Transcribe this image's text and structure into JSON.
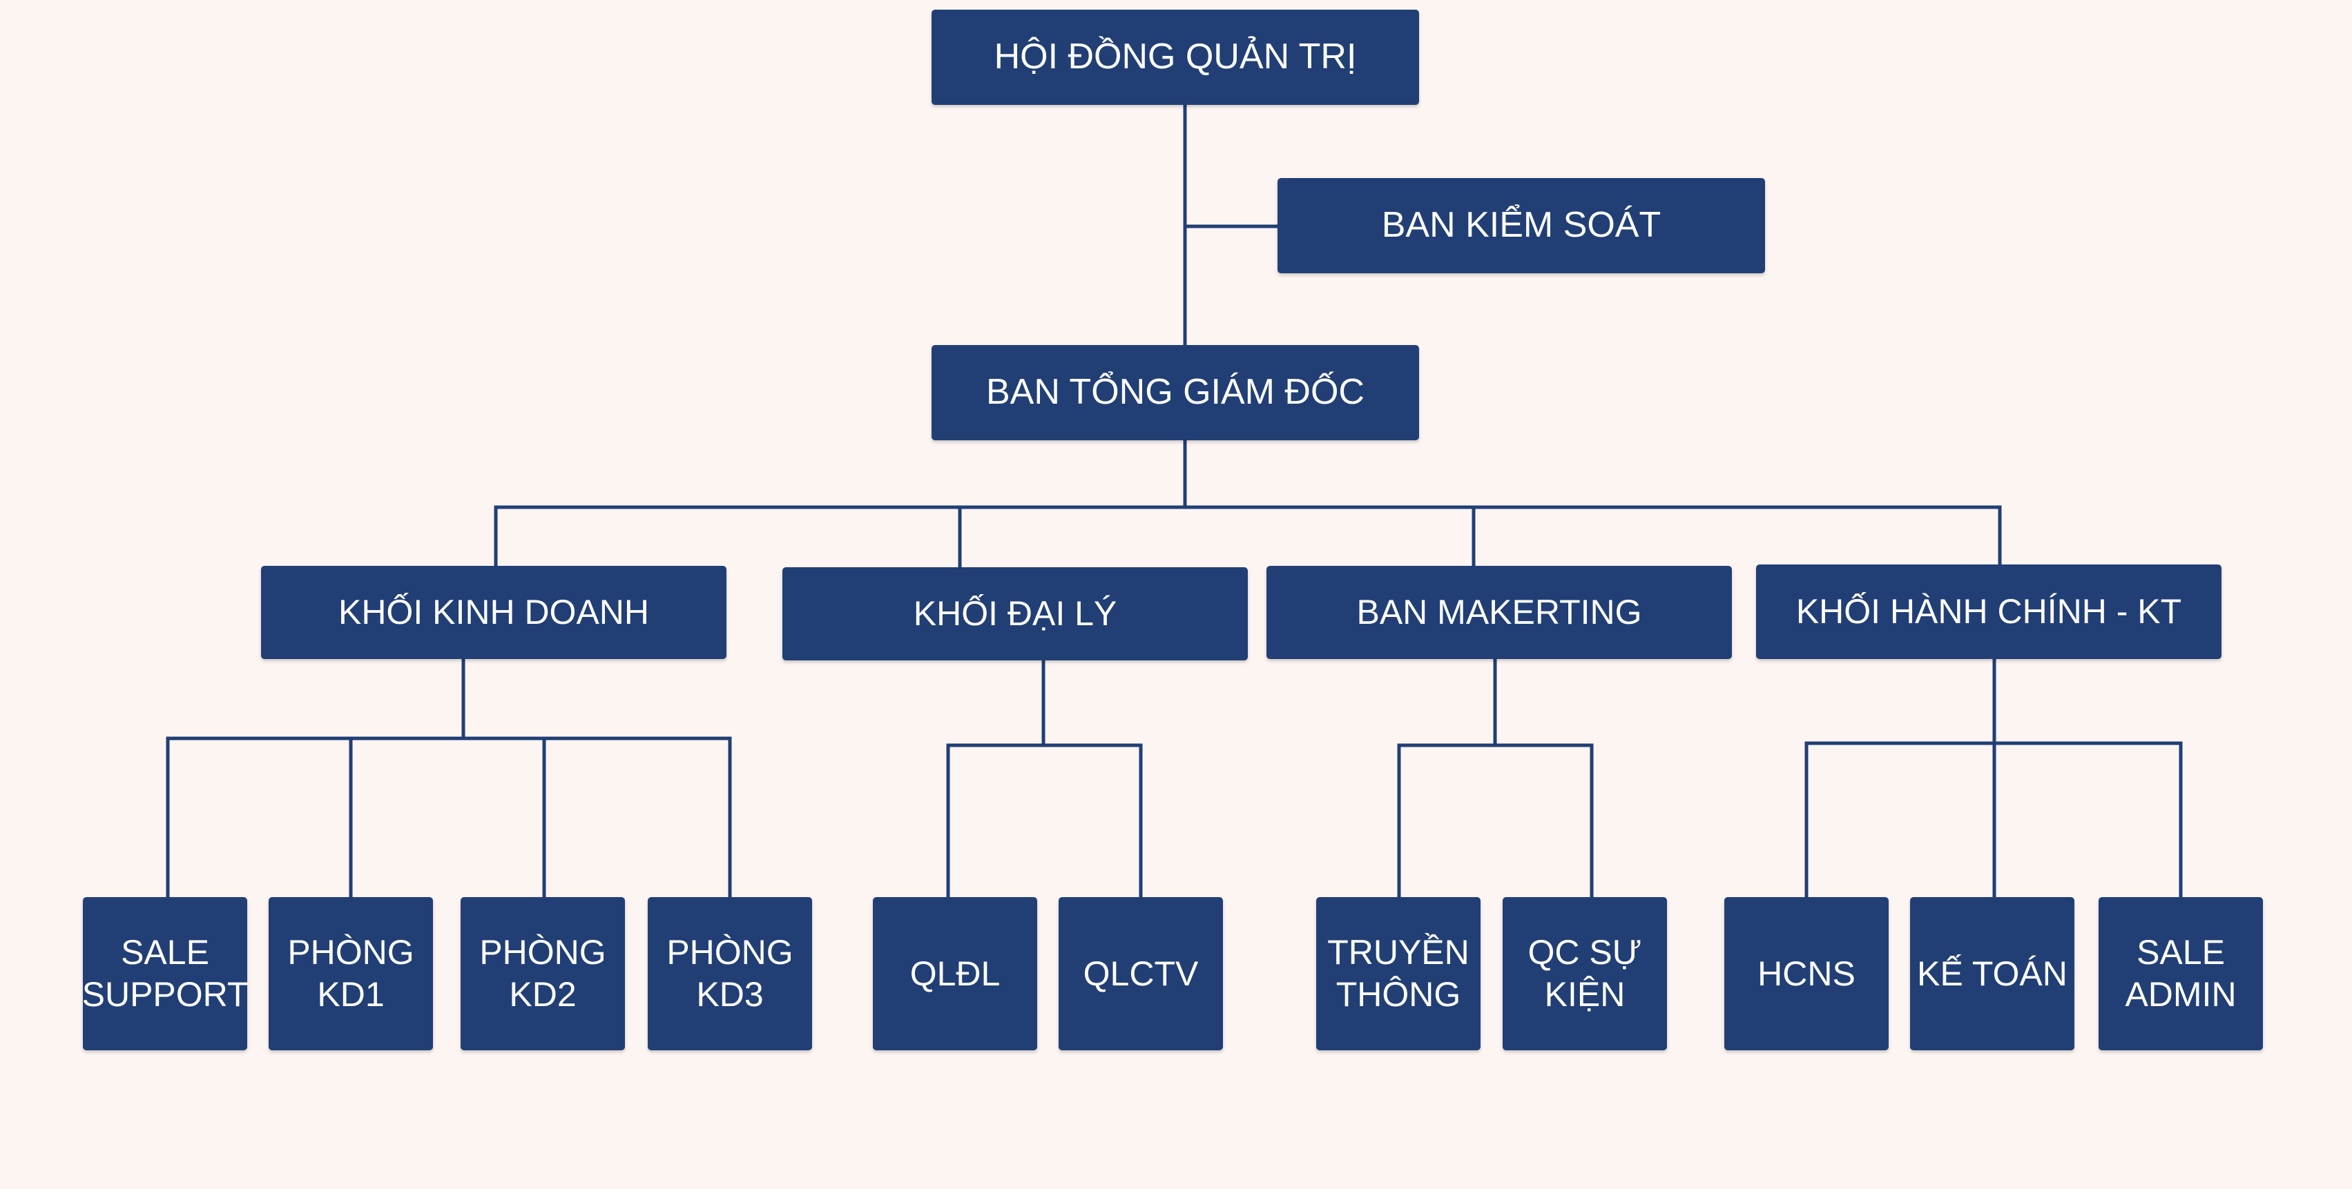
{
  "diagram": {
    "colors": {
      "node_fill": "#213F75",
      "line": "#213F75",
      "text": "#FFFFFF",
      "background": "#FDF5F2"
    },
    "nodes": {
      "board": "HỘI ĐỒNG QUẢN TRỊ",
      "supervisory": "BAN KIỂM SOÁT",
      "executive": "BAN TỔNG GIÁM ĐỐC",
      "sales_block": "KHỐI KINH DOANH",
      "agency_block": "KHỐI ĐẠI LÝ",
      "marketing": "BAN MAKERTING",
      "admin_block": "KHỐI HÀNH CHÍNH - KT",
      "sale_support": [
        "SALE",
        "SUPPORT"
      ],
      "kd1": [
        "PHÒNG",
        "KD1"
      ],
      "kd2": [
        "PHÒNG",
        "KD2"
      ],
      "kd3": [
        "PHÒNG",
        "KD3"
      ],
      "qldl": "QLĐL",
      "qlctv": "QLCTV",
      "media": [
        "TRUYỀN",
        "THÔNG"
      ],
      "events": [
        "QC SỰ",
        "KIỆN"
      ],
      "hcns": "HCNS",
      "accounting": "KẾ TOÁN",
      "sale_admin": [
        "SALE",
        "ADMIN"
      ]
    }
  }
}
